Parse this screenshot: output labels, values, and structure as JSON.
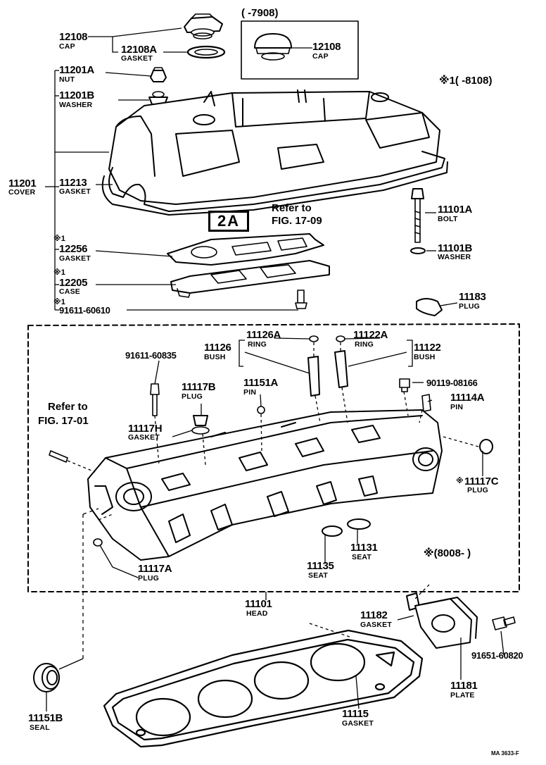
{
  "parts": {
    "cap": {
      "pn": "12108",
      "name": "CAP"
    },
    "cap_gasket": {
      "pn": "12108A",
      "name": "GASKET"
    },
    "cap_alt": {
      "pn": "12108",
      "name": "CAP"
    },
    "nut": {
      "pn": "11201A",
      "name": "NUT"
    },
    "washer": {
      "pn": "11201B",
      "name": "WASHER"
    },
    "cover": {
      "pn": "11201",
      "name": "COVER"
    },
    "cover_gasket": {
      "pn": "11213",
      "name": "GASKET"
    },
    "gasket_12256": {
      "pn": "12256",
      "name": "GASKET"
    },
    "case": {
      "pn": "12205",
      "name": "CASE"
    },
    "bolt_91611_60610": {
      "pn": "91611-60610"
    },
    "bolt": {
      "pn": "11101A",
      "name": "BOLT"
    },
    "bolt_washer": {
      "pn": "11101B",
      "name": "WASHER"
    },
    "plug_11183": {
      "pn": "11183",
      "name": "PLUG"
    },
    "ring_a": {
      "pn": "11126A",
      "name": "RING"
    },
    "bush_a": {
      "pn": "11126",
      "name": "BUSH"
    },
    "ring_b": {
      "pn": "11122A",
      "name": "RING"
    },
    "bush_b": {
      "pn": "11122",
      "name": "BUSH"
    },
    "bolt_91611_60835": {
      "pn": "91611-60835"
    },
    "plug_11117b": {
      "pn": "11117B",
      "name": "PLUG"
    },
    "pin_11151a": {
      "pn": "11151A",
      "name": "PIN"
    },
    "bolt_90119": {
      "pn": "90119-08166"
    },
    "pin_11114a": {
      "pn": "11114A",
      "name": "PIN"
    },
    "gasket_11117h": {
      "pn": "11117H",
      "name": "GASKET"
    },
    "plug_11117c": {
      "pn": "11117C",
      "name": "PLUG"
    },
    "plug_11117a": {
      "pn": "11117A",
      "name": "PLUG"
    },
    "seat_11131": {
      "pn": "11131",
      "name": "SEAT"
    },
    "seat_11135": {
      "pn": "11135",
      "name": "SEAT"
    },
    "head": {
      "pn": "11101",
      "name": "HEAD"
    },
    "gasket_11182": {
      "pn": "11182",
      "name": "GASKET"
    },
    "bolt_91651": {
      "pn": "91651-60820"
    },
    "plate": {
      "pn": "11181",
      "name": "PLATE"
    },
    "seal": {
      "pn": "11151B",
      "name": "SEAL"
    },
    "head_gasket": {
      "pn": "11115",
      "name": "GASKET"
    }
  },
  "notes": {
    "date_range_cap": "(        -7908)",
    "date_range_1": "※1(          -8108)",
    "date_range_2": "※(8008-          )",
    "refer_1_line1": "Refer to",
    "refer_1_line2": "FIG. 17-09",
    "refer_2_line1": "Refer to",
    "refer_2_line2": "FIG. 17-01",
    "stamp": "2A",
    "ast1": "※1",
    "ast2": "※1",
    "ast3": "※1",
    "ast_plug": "※",
    "catalog_code": "MA 3633-F"
  }
}
